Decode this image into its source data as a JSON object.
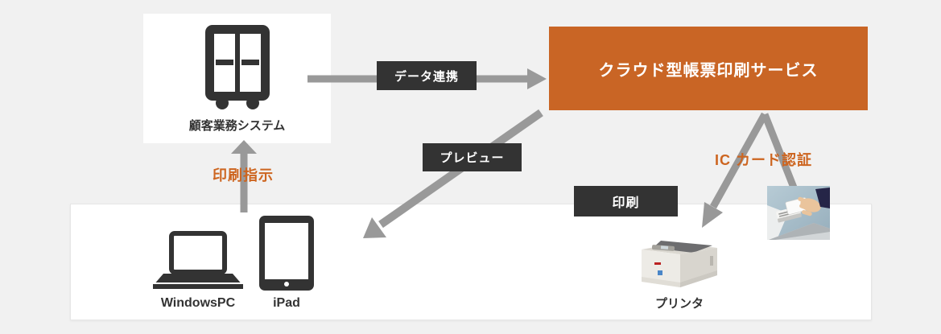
{
  "diagram": {
    "system": {
      "label": "顧客業務システム"
    },
    "cloud_service": {
      "label": "クラウド型帳票印刷サービス"
    },
    "badges": {
      "data_link": "データ連携",
      "preview": "プレビュー",
      "print": "印刷"
    },
    "flows": {
      "print_instruction": "印刷指示",
      "ic_card_auth": "IC カード認証"
    },
    "devices": {
      "pc": "WindowsPC",
      "tablet": "iPad",
      "printer": "プリンタ"
    },
    "colors": {
      "background": "#f1f1f1",
      "accent_orange": "#c96525",
      "orange_text": "#cd6520",
      "badge_dark": "#333333",
      "arrow_gray": "#999999",
      "icon_dark": "#333333"
    }
  }
}
